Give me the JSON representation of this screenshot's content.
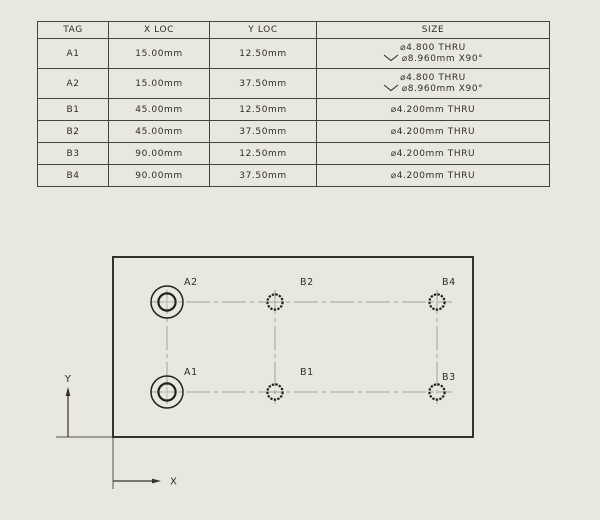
{
  "colors": {
    "background": "#e9e8de",
    "line": "#33322c",
    "text": "#2f2e29",
    "centerline": "#a3a297",
    "table_border": "#45443c"
  },
  "hole_table": {
    "headers": {
      "tag": "TAG",
      "x": "X LOC",
      "y": "Y LOC",
      "size": "SIZE"
    },
    "rows": [
      {
        "tag": "A1",
        "x_loc": "15.00mm",
        "y_loc": "12.50mm",
        "size_line1": "⌀4.800 THRU",
        "size_line2": "⌀8.960mm X90°",
        "countersink": true
      },
      {
        "tag": "A2",
        "x_loc": "15.00mm",
        "y_loc": "37.50mm",
        "size_line1": "⌀4.800 THRU",
        "size_line2": "⌀8.960mm X90°",
        "countersink": true
      },
      {
        "tag": "B1",
        "x_loc": "45.00mm",
        "y_loc": "12.50mm",
        "size_line1": "⌀4.200mm THRU",
        "countersink": false
      },
      {
        "tag": "B2",
        "x_loc": "45.00mm",
        "y_loc": "37.50mm",
        "size_line1": "⌀4.200mm THRU",
        "countersink": false
      },
      {
        "tag": "B3",
        "x_loc": "90.00mm",
        "y_loc": "12.50mm",
        "size_line1": "⌀4.200mm THRU",
        "countersink": false
      },
      {
        "tag": "B4",
        "x_loc": "90.00mm",
        "y_loc": "37.50mm",
        "size_line1": "⌀4.200mm THRU",
        "countersink": false
      }
    ]
  },
  "drawing": {
    "hole_labels": {
      "a2": "A2",
      "b2": "B2",
      "b4": "B4",
      "a1": "A1",
      "b1": "B1",
      "b3": "B3"
    },
    "axes": {
      "x": "X",
      "y": "Y"
    }
  }
}
